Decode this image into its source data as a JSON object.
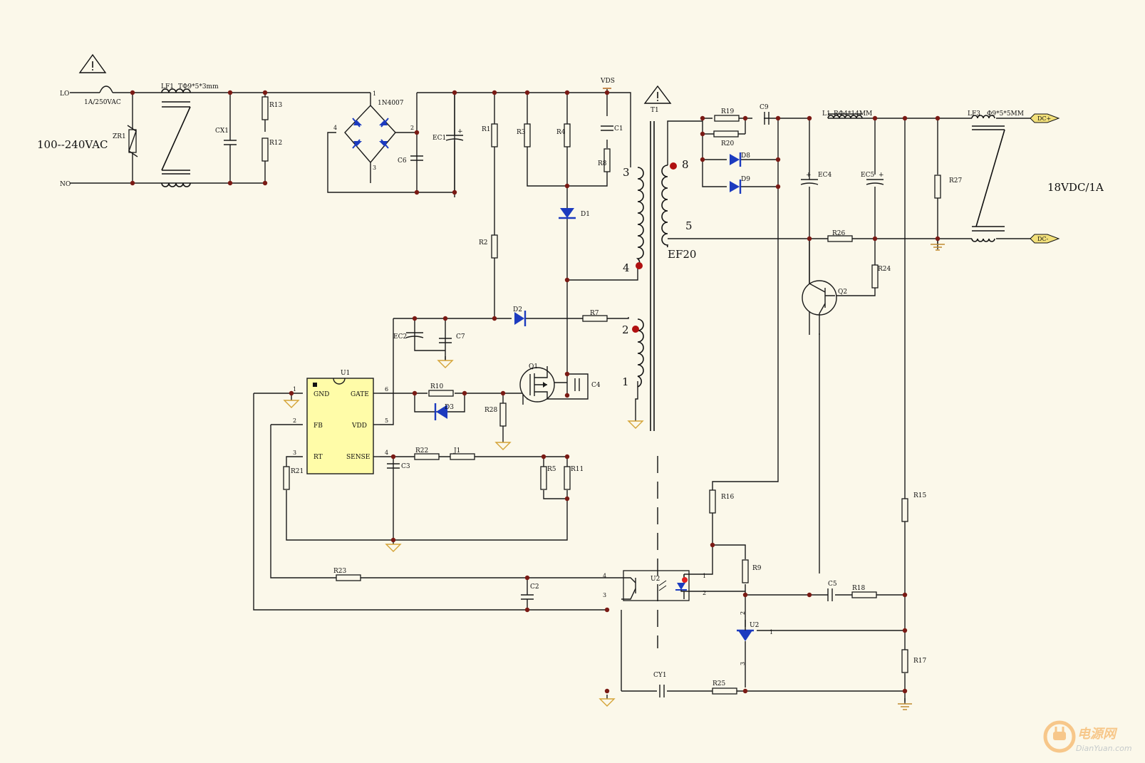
{
  "input": {
    "voltage_label": "100--240VAC",
    "line": "LO",
    "neutral": "NO"
  },
  "output": {
    "rating": "18VDC/1A",
    "pos": "DC+",
    "neg": "DC-"
  },
  "fuse": "1A/250VAC",
  "lf1": {
    "ref": "LF1",
    "spec": "TΦ9*5*3mm"
  },
  "lf3": {
    "ref": "LF3",
    "spec": "Φ9*5*5MM"
  },
  "l1": {
    "ref": "L1",
    "spec": "RΦ4*14MM"
  },
  "bridge": "1N4007",
  "vds": "VDS",
  "transformer": {
    "ref": "T1",
    "core": "EF20",
    "pins": [
      "3",
      "4",
      "2",
      "1",
      "8",
      "5"
    ]
  },
  "ic": {
    "ref": "U1",
    "pins": [
      {
        "num": "1",
        "name": "GND"
      },
      {
        "num": "2",
        "name": "FB"
      },
      {
        "num": "3",
        "name": "RT"
      },
      {
        "num": "6",
        "name": "GATE"
      },
      {
        "num": "5",
        "name": "VDD"
      },
      {
        "num": "4",
        "name": "SENSE"
      }
    ]
  },
  "opto": {
    "ref": "U2",
    "pins": [
      "4",
      "3",
      "1",
      "2"
    ]
  },
  "tl431": {
    "ref": "U2",
    "pins": [
      "2",
      "1",
      "3"
    ]
  },
  "refs": [
    "ZR1",
    "CX1",
    "R13",
    "R12",
    "EC1",
    "C6",
    "R1",
    "R2",
    "R3",
    "R4",
    "C1",
    "R8",
    "D1",
    "D2",
    "R7",
    "EC2",
    "C7",
    "Q1",
    "C4",
    "R10",
    "D3",
    "R28",
    "R22",
    "J1",
    "C3",
    "R5",
    "R11",
    "R21",
    "R23",
    "C2",
    "CY1",
    "R25",
    "R19",
    "R20",
    "C9",
    "D8",
    "D9",
    "EC4",
    "EC5",
    "R27",
    "R26",
    "R24",
    "Q2",
    "R16",
    "R9",
    "C5",
    "R18",
    "R15",
    "R17"
  ],
  "watermark": {
    "cn": "电源网",
    "en": "DianYuan.com"
  },
  "colors": {
    "background": "#fbf8ea",
    "wire": "#1a1a1a",
    "junction": "#7a1a14",
    "ic_fill": "#fffca8",
    "diode": "#1c3bbf",
    "ground": "#d4a336",
    "output_tag": "#f2e07a",
    "vds": "#b5651d",
    "pin_dot": "#b01010"
  }
}
